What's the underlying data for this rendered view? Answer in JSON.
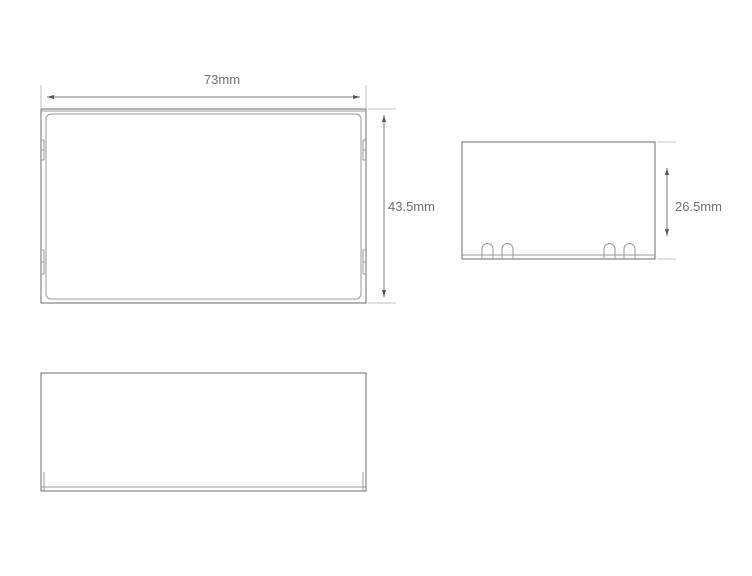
{
  "dimensions": {
    "width": "73mm",
    "height": "43.5mm",
    "depth": "26.5mm"
  }
}
